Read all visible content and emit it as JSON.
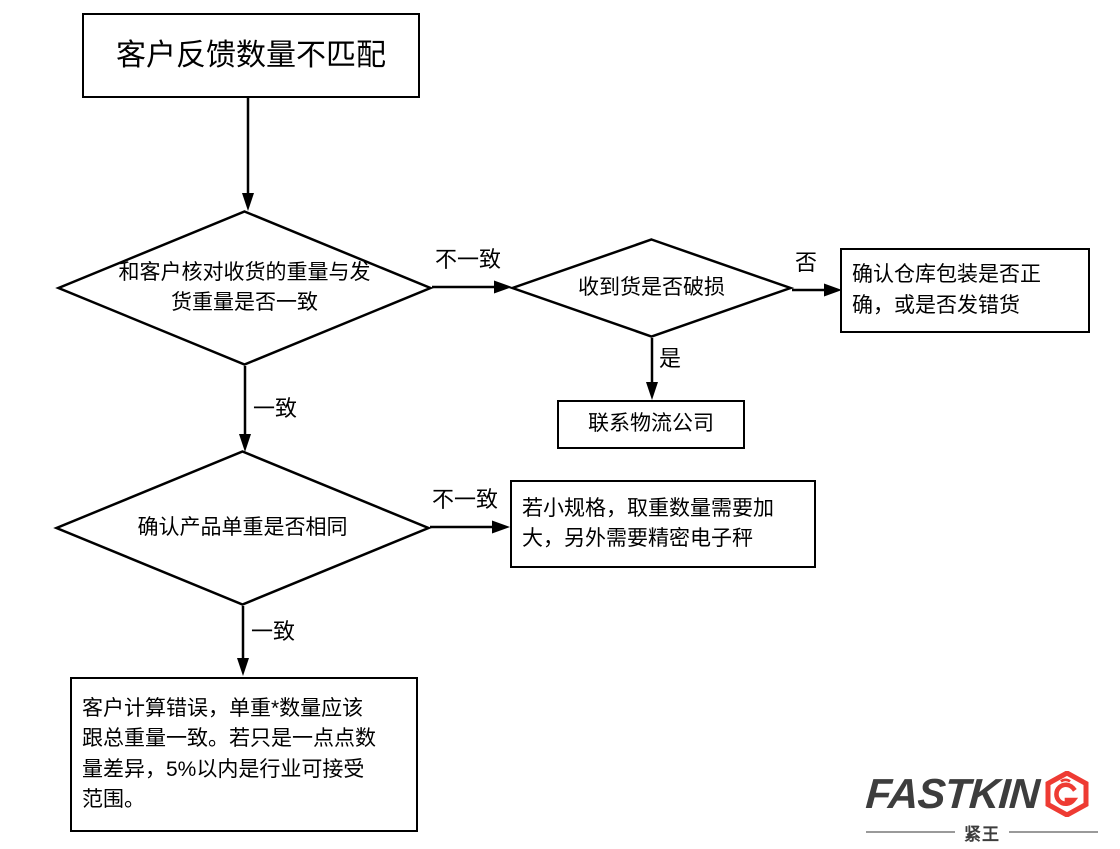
{
  "diagram": {
    "type": "flowchart",
    "title_node": "客户反馈数量不匹配",
    "nodes": {
      "start": {
        "label": "客户反馈数量不匹配",
        "shape": "rectangle"
      },
      "decision_weight": {
        "label": "和客户核对收货的重量与发\n货重量是否一致",
        "shape": "diamond"
      },
      "decision_damage": {
        "label": "收到货是否破损",
        "shape": "diamond"
      },
      "action_warehouse": {
        "label": "确认仓库包装是否正\n确，或是否发错货",
        "shape": "rectangle"
      },
      "action_logistics": {
        "label": "联系物流公司",
        "shape": "rectangle"
      },
      "decision_unitweight": {
        "label": "确认产品单重是否相同",
        "shape": "diamond"
      },
      "action_smallspec": {
        "label": "若小规格，取重数量需要加\n大，另外需要精密电子秤",
        "shape": "rectangle"
      },
      "action_conclusion": {
        "label": "客户计算错误，单重*数量应该\n跟总重量一致。若只是一点点数\n量差异，5%以内是行业可接受\n范围。",
        "shape": "rectangle"
      }
    },
    "edges": [
      {
        "id": "start-to-weight",
        "label": "",
        "from": "start",
        "to": "decision_weight"
      },
      {
        "id": "weight-to-damage",
        "label": "不一致",
        "from": "decision_weight",
        "to": "decision_damage"
      },
      {
        "id": "weight-to-unitweight",
        "label": "一致",
        "from": "decision_weight",
        "to": "decision_unitweight"
      },
      {
        "id": "damage-to-warehouse",
        "label": "否",
        "from": "decision_damage",
        "to": "action_warehouse"
      },
      {
        "id": "damage-to-logistics",
        "label": "是",
        "from": "decision_damage",
        "to": "action_logistics"
      },
      {
        "id": "unitweight-to-smallspec",
        "label": "不一致",
        "from": "decision_unitweight",
        "to": "action_smallspec"
      },
      {
        "id": "unitweight-to-conclusion",
        "label": "一致",
        "from": "decision_unitweight",
        "to": "action_conclusion"
      }
    ]
  },
  "logo": {
    "wordmark": "FASTKIN",
    "hex_letter": "G",
    "subtitle": "紧王",
    "accent_color": "#ee3b33",
    "text_color": "#3d3d3d"
  },
  "colors": {
    "stroke": "#000000",
    "background": "#ffffff"
  }
}
